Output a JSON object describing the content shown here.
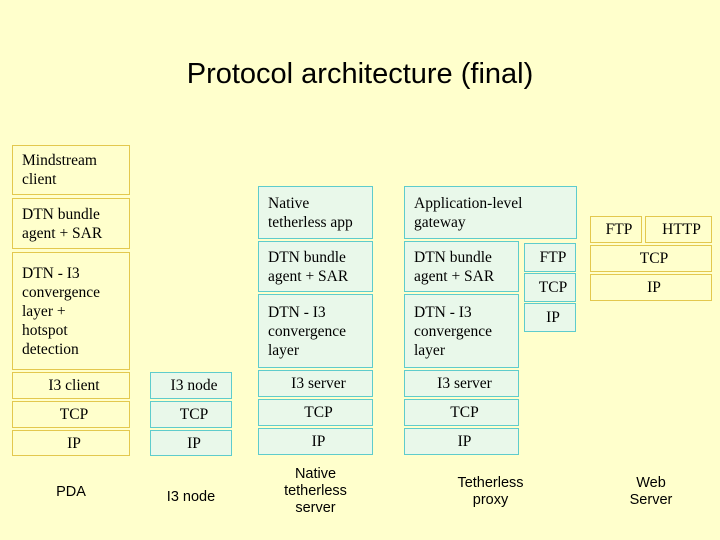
{
  "slide": {
    "title": "Protocol architecture (final)",
    "background_color": "#ffffcc"
  },
  "palette": {
    "yellow_fill": "#ffffcc",
    "yellow_border": "#e3c84e",
    "mint_fill": "#e9f8ea",
    "mint_border": "#5ecccc",
    "text_color": "#000000"
  },
  "columns": [
    {
      "id": "pda",
      "label": "PDA",
      "style": "yellow",
      "boxes": [
        {
          "text": "Mindstream\nclient",
          "align": "left"
        },
        {
          "text": "DTN bundle\nagent + SAR",
          "align": "left"
        },
        {
          "text": "DTN - I3\nconvergence\nlayer +\nhotspot\ndetection",
          "align": "left"
        },
        {
          "text": "I3 client",
          "align": "center"
        },
        {
          "text": "TCP",
          "align": "center"
        },
        {
          "text": "IP",
          "align": "center"
        }
      ]
    },
    {
      "id": "i3-node",
      "label": "I3 node",
      "style": "mint",
      "boxes": [
        {
          "text": "I3   node",
          "align": "center"
        },
        {
          "text": "TCP",
          "align": "center"
        },
        {
          "text": "IP",
          "align": "center"
        }
      ]
    },
    {
      "id": "native-tetherless-server",
      "label": "Native\ntetherless\nserver",
      "style": "mint",
      "boxes": [
        {
          "text": "Native\ntetherless app",
          "align": "left"
        },
        {
          "text": "DTN bundle\nagent + SAR",
          "align": "left"
        },
        {
          "text": "DTN - I3\nconvergence\nlayer",
          "align": "left"
        },
        {
          "text": "I3 server",
          "align": "center"
        },
        {
          "text": "TCP",
          "align": "center"
        },
        {
          "text": "IP",
          "align": "center"
        }
      ]
    },
    {
      "id": "tetherless-proxy",
      "label": "Tetherless\nproxy",
      "style": "mint",
      "boxes": [
        {
          "text": "Application-level\ngateway",
          "align": "left"
        },
        {
          "text": "DTN bundle\nagent + SAR",
          "align": "left"
        },
        {
          "text": "DTN - I3\nconvergence\nlayer",
          "align": "left"
        },
        {
          "text": "I3 server",
          "align": "center"
        },
        {
          "text": "TCP",
          "align": "center"
        },
        {
          "text": "IP",
          "align": "center"
        }
      ],
      "side_boxes": [
        {
          "text": "FTP",
          "align": "center"
        },
        {
          "text": "TCP",
          "align": "center"
        },
        {
          "text": "IP",
          "align": "center"
        }
      ]
    },
    {
      "id": "web-server",
      "label": "Web\nServer",
      "style": "yellow",
      "boxes": [
        {
          "text": "FTP",
          "align": "center"
        },
        {
          "text": "HTTP",
          "align": "center"
        },
        {
          "text": "TCP",
          "align": "center"
        },
        {
          "text": "IP",
          "align": "center"
        }
      ]
    }
  ]
}
